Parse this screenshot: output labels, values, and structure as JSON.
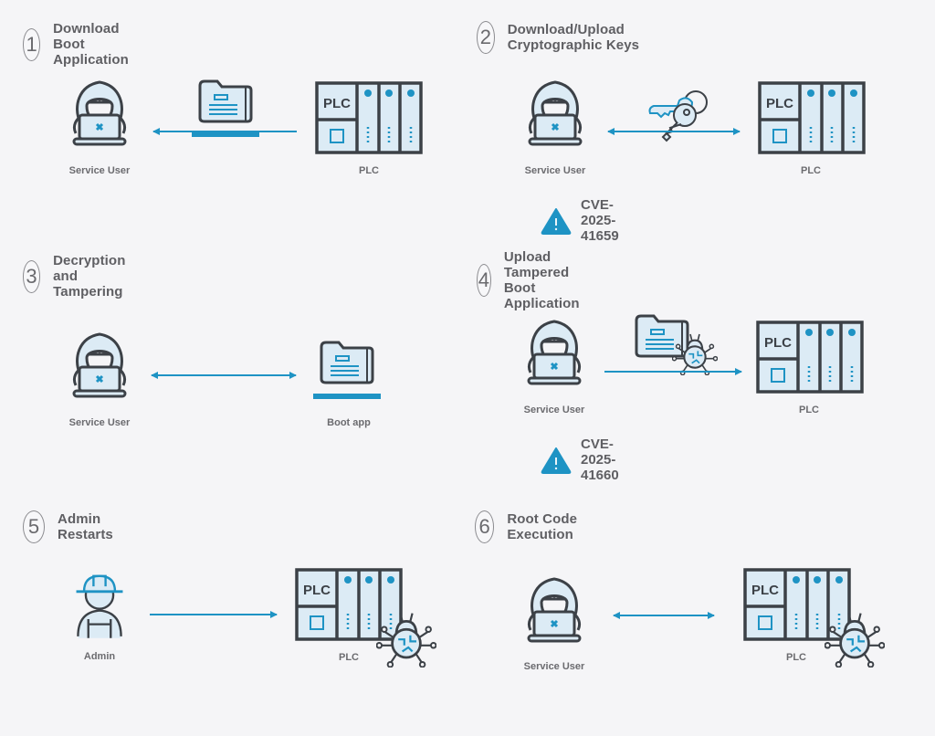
{
  "colors": {
    "background": "#f5f5f7",
    "accent": "#1e93c4",
    "outline": "#3c4147",
    "fill_light": "#dcebf5",
    "text": "#5f5f63"
  },
  "steps": [
    {
      "number": "1",
      "title": "Download Boot Application",
      "left_label": "Service User",
      "right_label": "PLC",
      "arrow": "left",
      "carried_item": "folder-icon"
    },
    {
      "number": "2",
      "title": "Download/Upload Cryptographic Keys",
      "left_label": "Service User",
      "right_label": "PLC",
      "arrow": "both",
      "carried_item": "keys-icon",
      "cve": "CVE-2025-41659"
    },
    {
      "number": "3",
      "title": "Decryption and Tampering",
      "left_label": "Service User",
      "right_label": "Boot app",
      "arrow": "both"
    },
    {
      "number": "4",
      "title": "Upload Tampered Boot Application",
      "left_label": "Service User",
      "right_label": "PLC",
      "arrow": "right",
      "carried_item": "infected-folder-icon",
      "cve": "CVE-2025-41660"
    },
    {
      "number": "5",
      "title": "Admin Restarts",
      "left_label": "Admin",
      "right_label": "PLC",
      "arrow": "right"
    },
    {
      "number": "6",
      "title": "Root Code Execution",
      "left_label": "Service User",
      "right_label": "PLC",
      "arrow": "both"
    }
  ],
  "plc_text": "PLC",
  "warning_glyph": "!"
}
